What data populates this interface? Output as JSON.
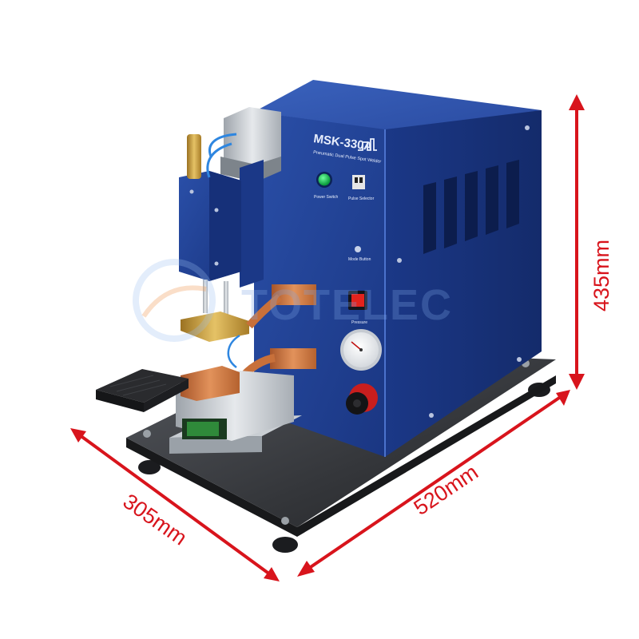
{
  "product": {
    "model_label": "MSK-330A",
    "subtitle": "Pneumatic Dual Pulse Spot Welder",
    "power_label": "Power Switch",
    "switch_label": "Pulse Selector",
    "mode_label": "Mode Button",
    "gauge_label": "Pressure"
  },
  "watermark": {
    "text": "TOTELEC"
  },
  "dimensions": {
    "height": "435mm",
    "width": "520mm",
    "depth": "305mm"
  },
  "colors": {
    "body_blue": "#1f3f8f",
    "body_blue_dark": "#16306f",
    "arrow_red": "#d8141c",
    "copper": "#c8703a",
    "brass": "#c89a3a",
    "base_dark": "#2a2b2e"
  },
  "icons": [
    "pulse-waveform-icon",
    "power-button-icon",
    "emergency-switch-icon",
    "pressure-gauge-icon",
    "adjust-knob-icon",
    "foot-pedal-icon"
  ]
}
